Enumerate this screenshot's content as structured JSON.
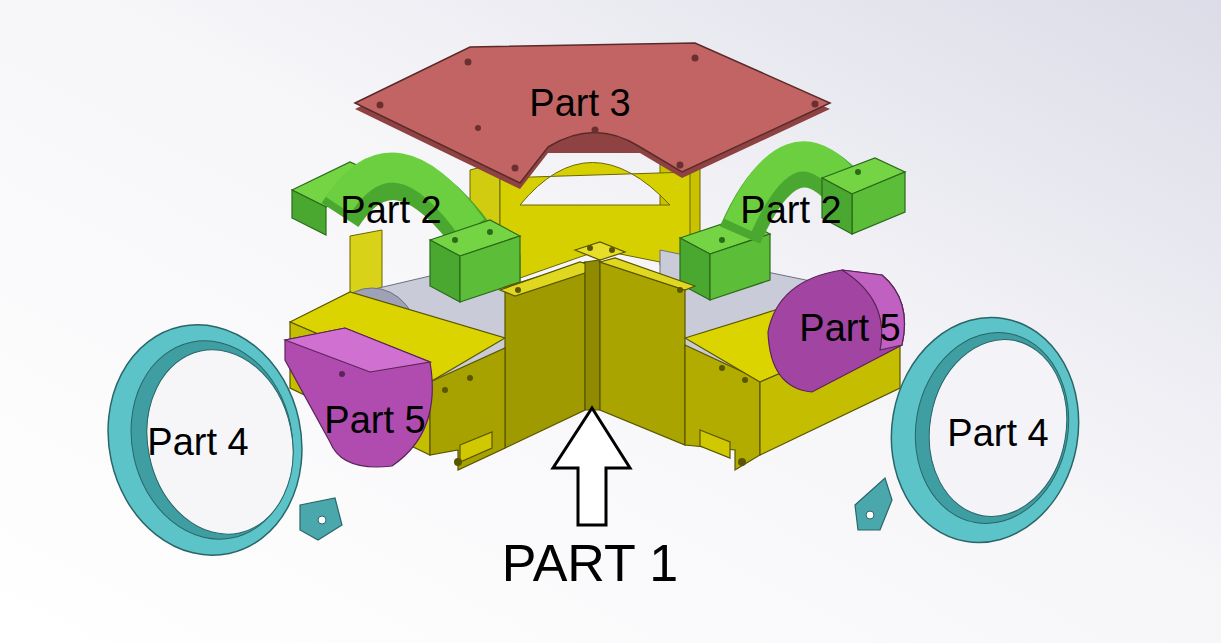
{
  "diagram": {
    "labels": [
      "Part 3",
      "Part 2",
      "Part 2",
      "Part 5",
      "Part 5",
      "Part 4",
      "Part 4",
      "PART 1"
    ]
  }
}
